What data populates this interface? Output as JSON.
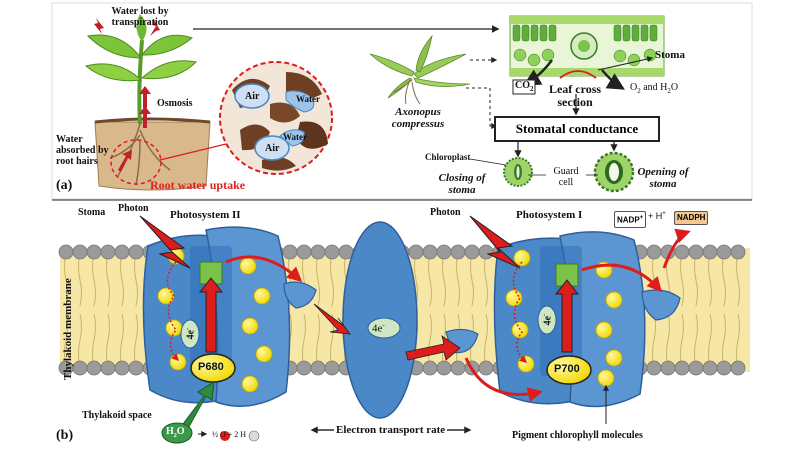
{
  "panel_a": {
    "tag": "(a)",
    "water_lost": "Water lost by transpiration",
    "osmosis": "Osmosis",
    "water_absorbed": "Water absorbed by root hairs",
    "root_water_uptake": "Root water uptake",
    "air1": "Air",
    "air2": "Air",
    "water1": "Water",
    "water2": "Water",
    "species": "Axonopus compressus",
    "co2": "CO",
    "leaf_cross_section": "Leaf cross section",
    "stoma": "Stoma",
    "o2_h2o": "O and H O",
    "stomatal_conductance": "Stomatal conductance",
    "chloroplast": "Chloroplast",
    "guard_cell": "Guard cell",
    "closing": "Closing of stoma",
    "opening": "Opening of stoma"
  },
  "panel_b": {
    "tag": "(b)",
    "stoma": "Stoma",
    "photon_left": "Photon",
    "photon_right": "Photon",
    "psii": "Photosystem II",
    "psi": "Photosystem I",
    "nadp": "NADP",
    "plus_h": "+ H",
    "nadph": "NADPH",
    "membrane": "Thylakoid membrane",
    "space": "Thylakoid space",
    "four_e_1": "4e",
    "four_e_2": "4e",
    "four_e_3": "4e",
    "p680": "P680",
    "p700": "P700",
    "h2o": "H O",
    "products": "½ O + 2 H",
    "etr": "Electron transport rate",
    "pigment": "Pigment chlorophyll molecules"
  },
  "colors": {
    "blue": "#4a88c8",
    "blue_dark": "#2e5f9a",
    "yellow": "#f5e400",
    "red": "#dd1c1c",
    "green": "#2e8b3e",
    "lipid": "#f6e7a6",
    "head_gray": "#9a9a9a"
  },
  "icons": [
    "plant-icon",
    "soil-zoom-icon",
    "grass-icon",
    "leaf-section-icon",
    "guard-cell-icon",
    "photon-bolt-icon",
    "arrow-icon"
  ]
}
